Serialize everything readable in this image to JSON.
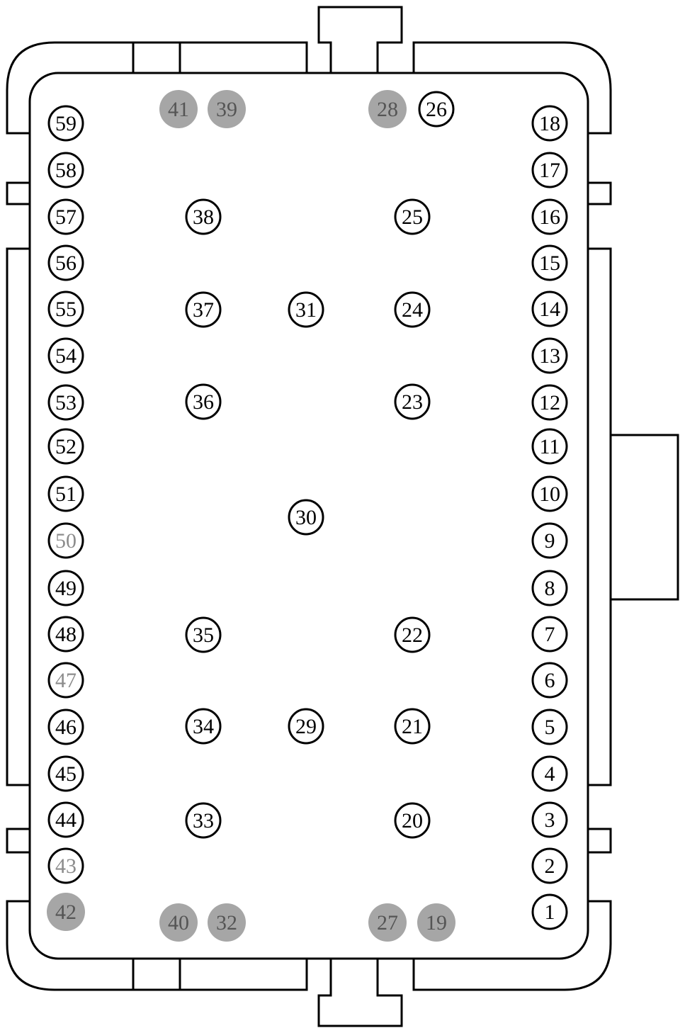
{
  "colors": {
    "line": "#000000",
    "background": "#ffffff",
    "unused_fill": "#a6a6a6",
    "unused_text": "#555555",
    "gray_label": "#8c8c8c"
  },
  "pins": [
    {
      "label": "1",
      "style": "normal"
    },
    {
      "label": "2",
      "style": "normal"
    },
    {
      "label": "3",
      "style": "normal"
    },
    {
      "label": "4",
      "style": "normal"
    },
    {
      "label": "5",
      "style": "normal"
    },
    {
      "label": "6",
      "style": "normal"
    },
    {
      "label": "7",
      "style": "normal"
    },
    {
      "label": "8",
      "style": "normal"
    },
    {
      "label": "9",
      "style": "normal"
    },
    {
      "label": "10",
      "style": "normal"
    },
    {
      "label": "11",
      "style": "normal"
    },
    {
      "label": "12",
      "style": "normal"
    },
    {
      "label": "13",
      "style": "normal"
    },
    {
      "label": "14",
      "style": "normal"
    },
    {
      "label": "15",
      "style": "normal"
    },
    {
      "label": "16",
      "style": "normal"
    },
    {
      "label": "17",
      "style": "normal"
    },
    {
      "label": "18",
      "style": "normal"
    },
    {
      "label": "19",
      "style": "unused"
    },
    {
      "label": "20",
      "style": "normal"
    },
    {
      "label": "21",
      "style": "normal"
    },
    {
      "label": "22",
      "style": "normal"
    },
    {
      "label": "23",
      "style": "normal"
    },
    {
      "label": "24",
      "style": "normal"
    },
    {
      "label": "25",
      "style": "normal"
    },
    {
      "label": "26",
      "style": "normal"
    },
    {
      "label": "27",
      "style": "unused"
    },
    {
      "label": "28",
      "style": "unused"
    },
    {
      "label": "29",
      "style": "normal"
    },
    {
      "label": "30",
      "style": "normal"
    },
    {
      "label": "31",
      "style": "normal"
    },
    {
      "label": "32",
      "style": "unused"
    },
    {
      "label": "33",
      "style": "normal"
    },
    {
      "label": "34",
      "style": "normal"
    },
    {
      "label": "35",
      "style": "normal"
    },
    {
      "label": "36",
      "style": "normal"
    },
    {
      "label": "37",
      "style": "normal"
    },
    {
      "label": "38",
      "style": "normal"
    },
    {
      "label": "39",
      "style": "unused"
    },
    {
      "label": "40",
      "style": "unused"
    },
    {
      "label": "41",
      "style": "unused"
    },
    {
      "label": "42",
      "style": "unused"
    },
    {
      "label": "43",
      "style": "gray"
    },
    {
      "label": "44",
      "style": "normal"
    },
    {
      "label": "45",
      "style": "normal"
    },
    {
      "label": "46",
      "style": "normal"
    },
    {
      "label": "47",
      "style": "gray"
    },
    {
      "label": "48",
      "style": "normal"
    },
    {
      "label": "49",
      "style": "normal"
    },
    {
      "label": "50",
      "style": "gray"
    },
    {
      "label": "51",
      "style": "normal"
    },
    {
      "label": "52",
      "style": "normal"
    },
    {
      "label": "53",
      "style": "normal"
    },
    {
      "label": "54",
      "style": "normal"
    },
    {
      "label": "55",
      "style": "normal"
    },
    {
      "label": "56",
      "style": "normal"
    },
    {
      "label": "57",
      "style": "normal"
    },
    {
      "label": "58",
      "style": "normal"
    },
    {
      "label": "59",
      "style": "normal"
    }
  ]
}
